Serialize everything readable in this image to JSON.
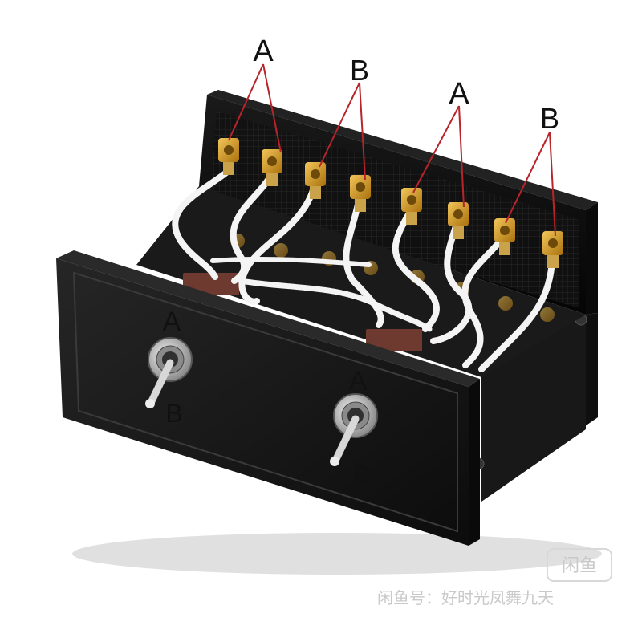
{
  "image": {
    "subject": "stereo-ab-switch-box",
    "colors": {
      "chassis": "#111111",
      "panel": "#1b1b1b",
      "wire": "#f4f4f4",
      "jack_gold": "#d39a1d",
      "callout_line": "#b8242a",
      "label": "#111111",
      "watermark": "#c9c9c9"
    }
  },
  "callouts": {
    "group1": "A",
    "group2": "B",
    "group3": "A",
    "group4": "B"
  },
  "switch_labels": {
    "left_top": "A",
    "left_bottom": "B",
    "right_top": "A",
    "right_bottom": "B"
  },
  "watermark": {
    "logo_text": "闲鱼",
    "caption": "闲鱼号：好时光凤舞九天"
  }
}
